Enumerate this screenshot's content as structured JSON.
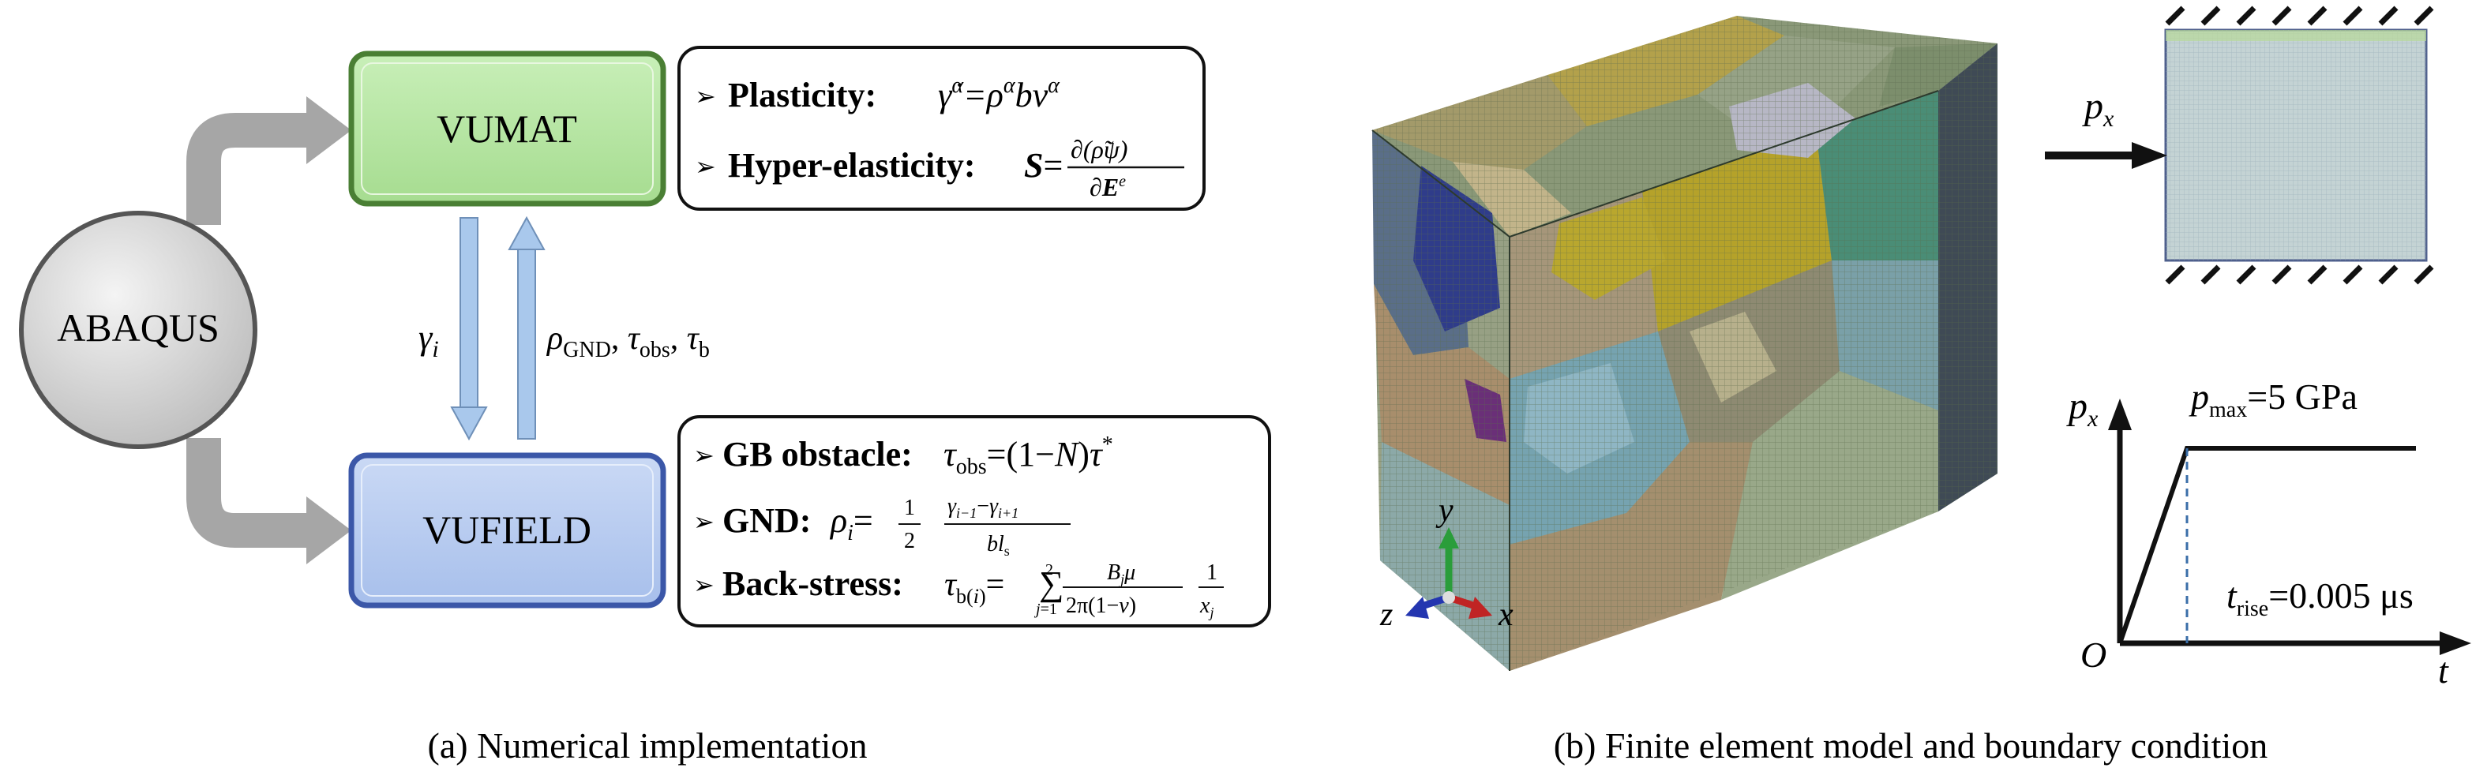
{
  "panel_a": {
    "abaqus": "ABAQUS",
    "vumat": "VUMAT",
    "vufield": "VUFIELD",
    "arrow_down_label": "γi",
    "arrow_up_label": "ρGND, τobs, τb",
    "box1": [
      {
        "label": "Plasticity:",
        "formula": "γ̇α=ραbvα"
      },
      {
        "label": "Hyper-elasticity:",
        "formula": "S=∂(ρ̃ψ)/∂Ee"
      }
    ],
    "box2": [
      {
        "label": "GB obstacle:",
        "formula": "τobs=(1−N)τ*"
      },
      {
        "label": "GND:",
        "formula": "ρi=1/2 (γi−1−γi+1)/bls"
      },
      {
        "label": "Back-stress:",
        "formula": "τb(i)=Σj=1..2 Bjμ/(2π(1−ν)) 1/xj"
      }
    ],
    "caption": "(a) Numerical implementation"
  },
  "panel_b": {
    "load_label": "px",
    "axis_y_label": "px",
    "axis_x_label": "t",
    "origin_label": "O",
    "pmax_label": "pmax=5 GPa",
    "trise_label": "trise=0.005 μs",
    "triad": {
      "x": "x",
      "y": "y",
      "z": "z"
    },
    "caption": "(b) Finite element model and boundary condition"
  },
  "colors": {
    "vumat_fill": "#b8e6a6",
    "vumat_border": "#4a7f34",
    "vufield_fill": "#b9cdf0",
    "vufield_border": "#3b57a8",
    "abaqus_fill": "#cfcfcf",
    "arrow_gray": "#a6a6a6",
    "updown_arrow": "#a9c8ec"
  },
  "loading_curve": {
    "pmax_GPa": 5,
    "trise_us": 0.005
  }
}
